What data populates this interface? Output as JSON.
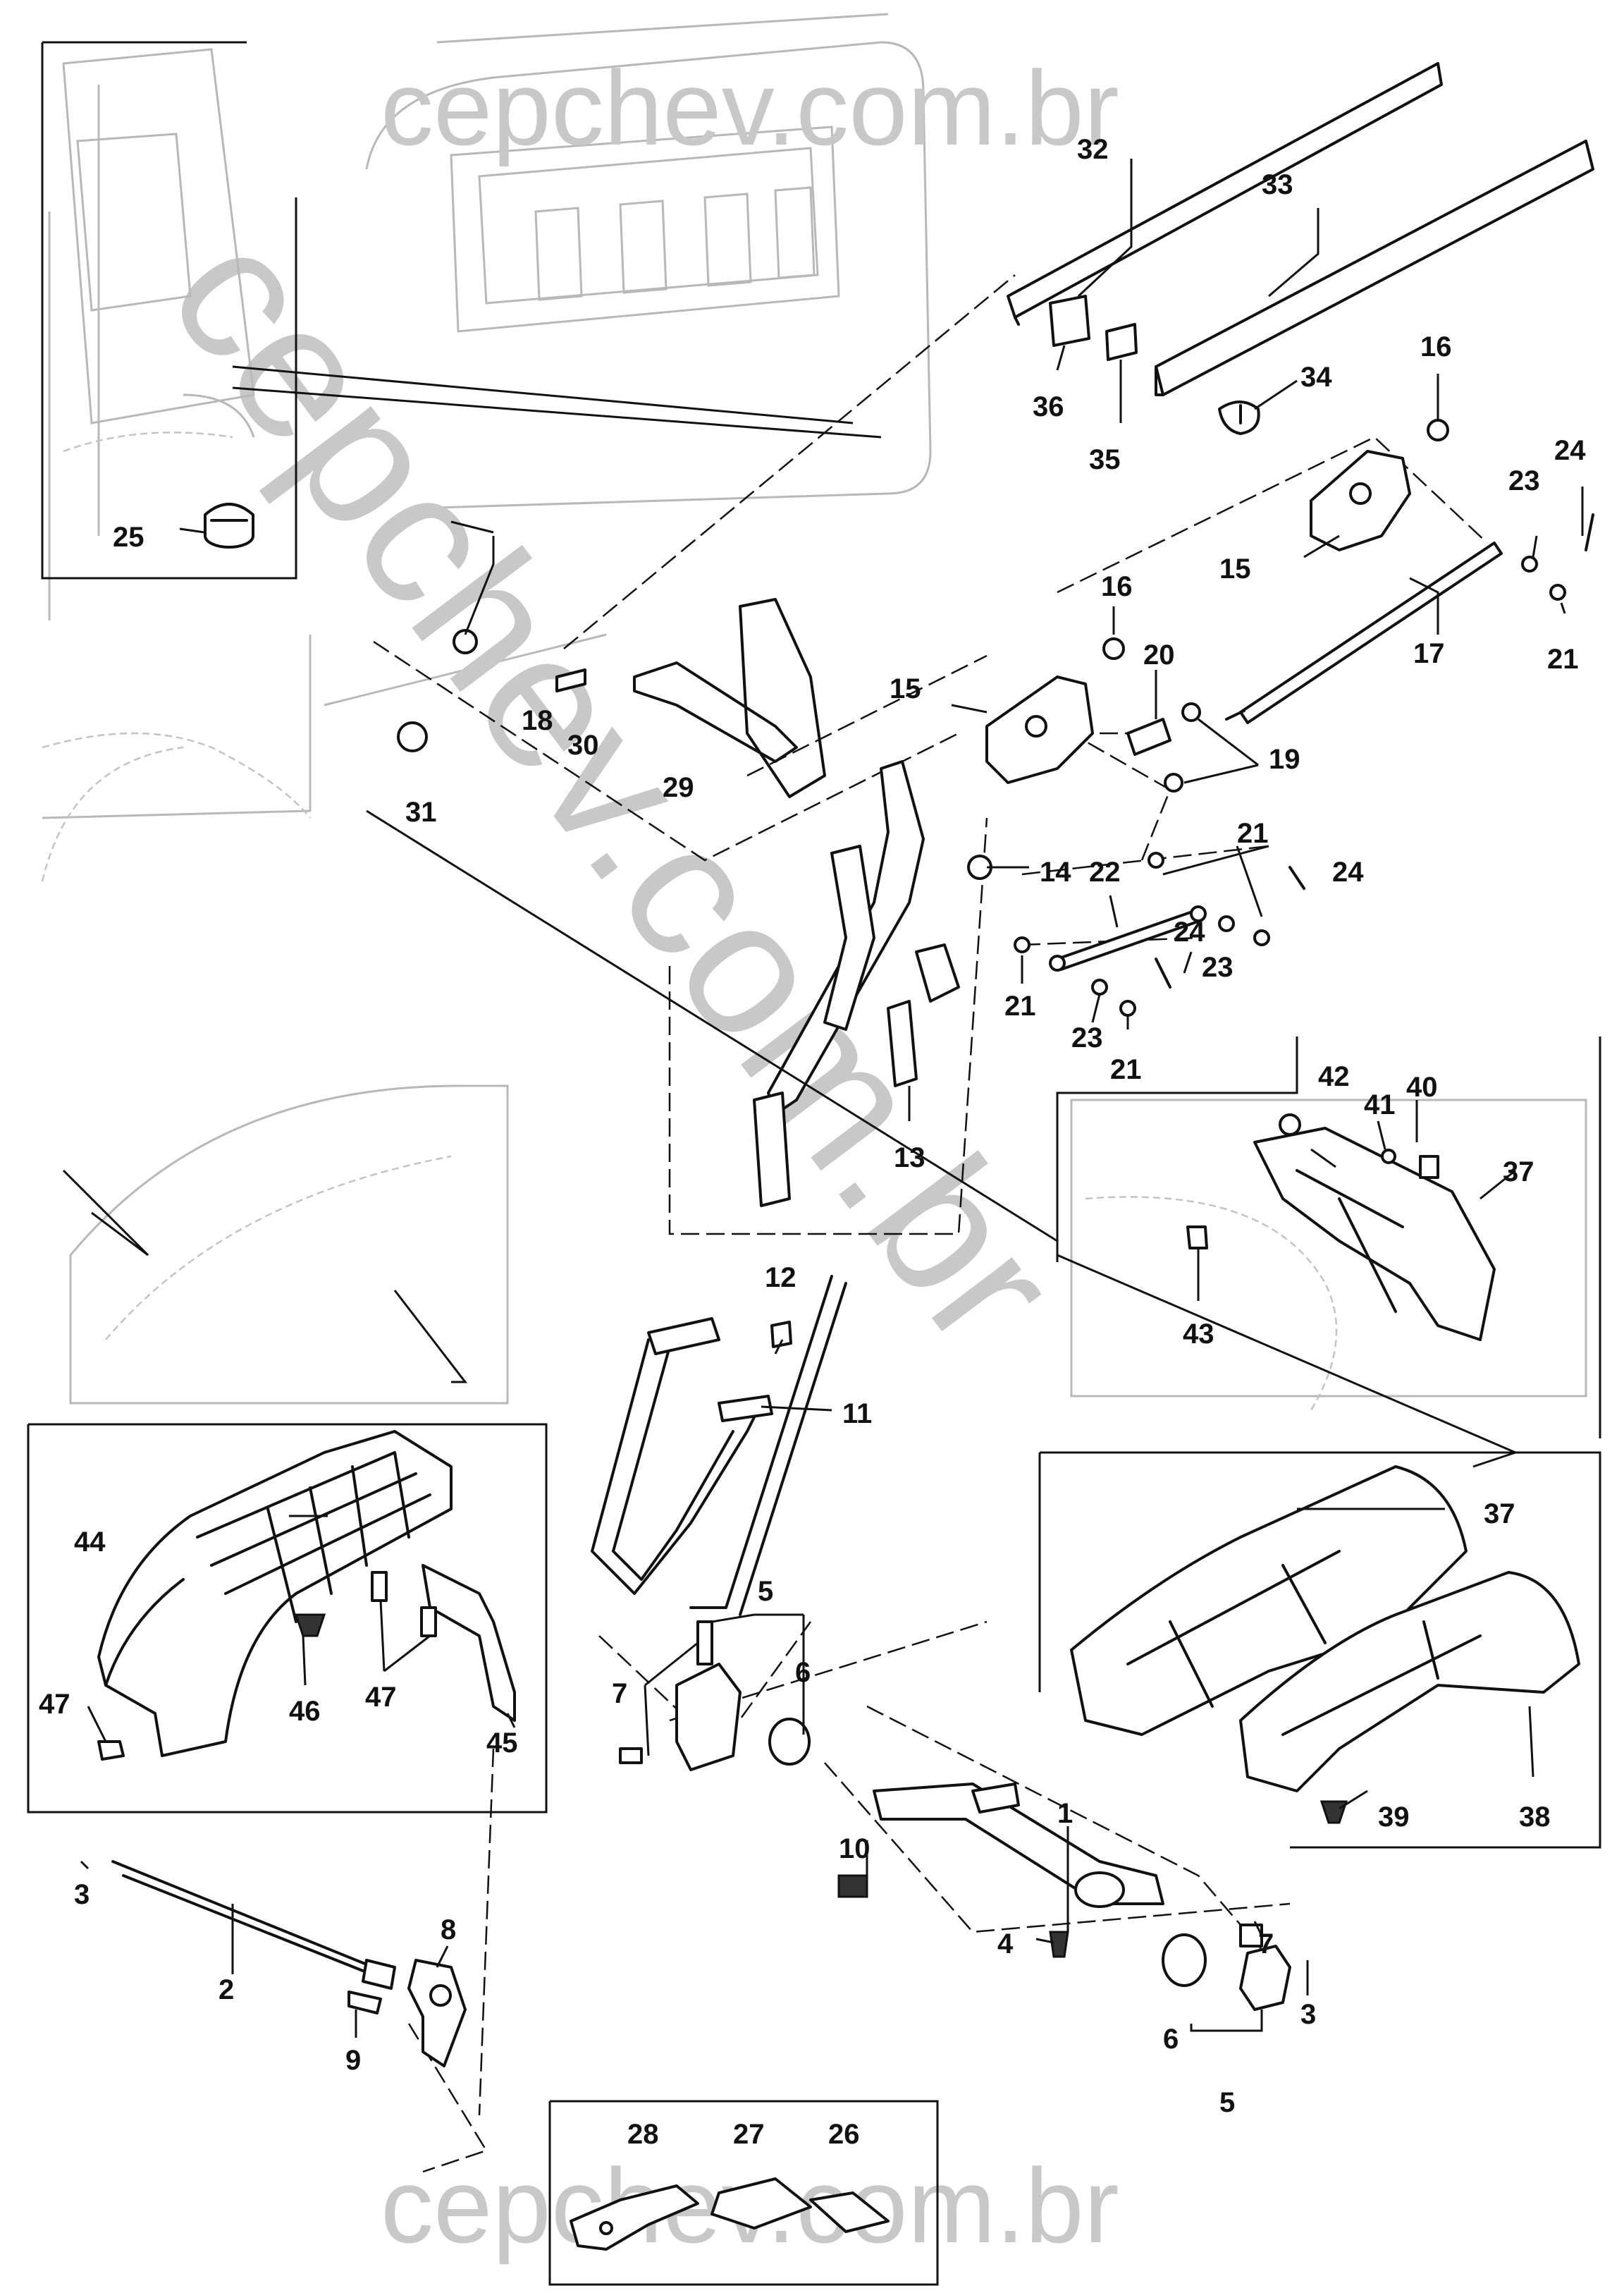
{
  "watermarks": {
    "top": "cepchev.com.br",
    "diagonal": "cepchev.com.br",
    "bottom": "cepchev.com.br"
  },
  "callouts": {
    "p1": "1",
    "p2": "2",
    "p3a": "3",
    "p3b": "3",
    "p4": "4",
    "p5a": "5",
    "p5b": "5",
    "p6a": "6",
    "p6b": "6",
    "p7a": "7",
    "p7b": "7",
    "p8": "8",
    "p9": "9",
    "p10": "10",
    "p11": "11",
    "p12": "12",
    "p13": "13",
    "p14": "14",
    "p15a": "15",
    "p15b": "15",
    "p16a": "16",
    "p16b": "16",
    "p17": "17",
    "p18": "18",
    "p19": "19",
    "p20": "20",
    "p21a": "21",
    "p21b": "21",
    "p21c": "21",
    "p21d": "21",
    "p22": "22",
    "p23a": "23",
    "p23b": "23",
    "p23c": "23",
    "p24a": "24",
    "p24b": "24",
    "p24c": "24",
    "p25": "25",
    "p26": "26",
    "p27": "27",
    "p28": "28",
    "p29": "29",
    "p30": "30",
    "p31": "31",
    "p32": "32",
    "p33": "33",
    "p34": "34",
    "p35": "35",
    "p36": "36",
    "p37a": "37",
    "p37b": "37",
    "p38": "38",
    "p39": "39",
    "p40": "40",
    "p41": "41",
    "p42": "42",
    "p43": "43",
    "p44": "44",
    "p45": "45",
    "p46": "46",
    "p47a": "47",
    "p47b": "47"
  }
}
